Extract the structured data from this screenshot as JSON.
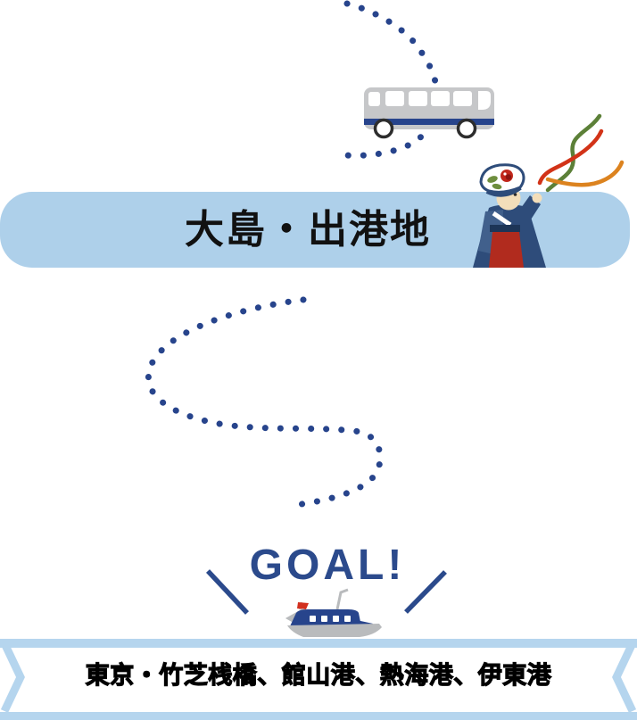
{
  "illustration_title": "route-map-oshima-return-trip",
  "departure_banner": {
    "label": "大島・出港地"
  },
  "goal": {
    "label": "GOAL!"
  },
  "destination_banner": {
    "label": "東京・竹芝桟橋、館山港、熱海港、伊東港"
  },
  "icons": {
    "bus": "bus-icon",
    "ferry": "ferry-icon",
    "anko_doll": "anko-doll-icon",
    "streamers": "streamers-icon",
    "route_path": "dotted-route-path"
  },
  "colors": {
    "navy": "#27448c",
    "goal-navy": "#2b4a8c",
    "banner-blue": "#aed0ea",
    "ribbon-blue": "#b5d5ee",
    "bus-gray": "#c6c7c9",
    "ship-gray": "#b9bbbd",
    "wheel-outline": "#2d2d2d",
    "flag-red": "#d2301f",
    "kimono-navy": "#2e4c7a",
    "kimono-light": "#41608c",
    "obi-navy": "#1d3557",
    "apron-red": "#b12b1e",
    "face-tan": "#f3deba",
    "camellia-red": "#c1271b",
    "camellia-core": "#8c1410",
    "leaf-green": "#6e8e3e",
    "streamer-green": "#5c8038",
    "streamer-red": "#d23318",
    "streamer-orange": "#dc831f",
    "text-black": "#111111"
  }
}
